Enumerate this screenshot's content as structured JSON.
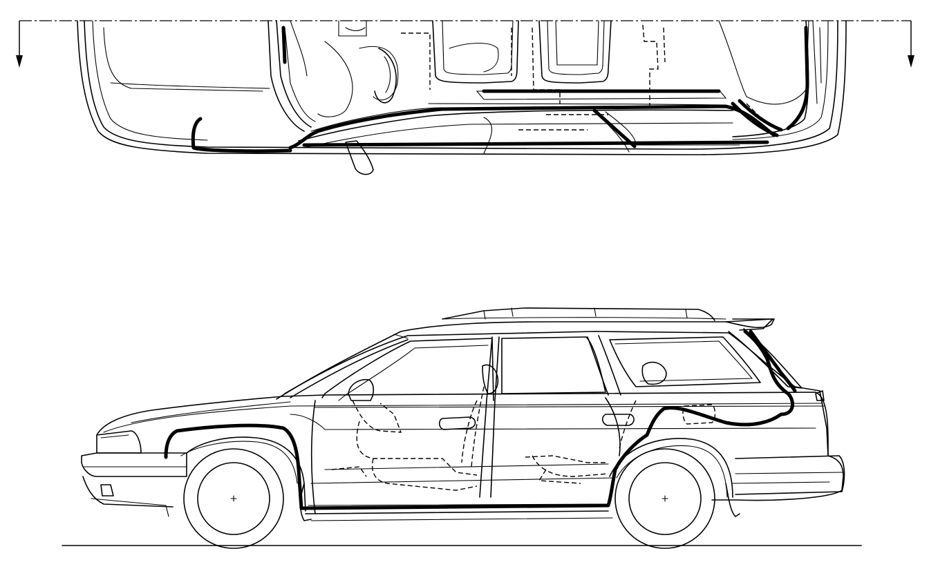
{
  "figure": {
    "views": [
      {
        "id": "top-view",
        "kind": "bottom/plan view of station wagon with wiring harness routing"
      },
      {
        "id": "side-view",
        "kind": "left side view of station wagon with wiring harness routing"
      }
    ],
    "section_arrows": 2
  }
}
